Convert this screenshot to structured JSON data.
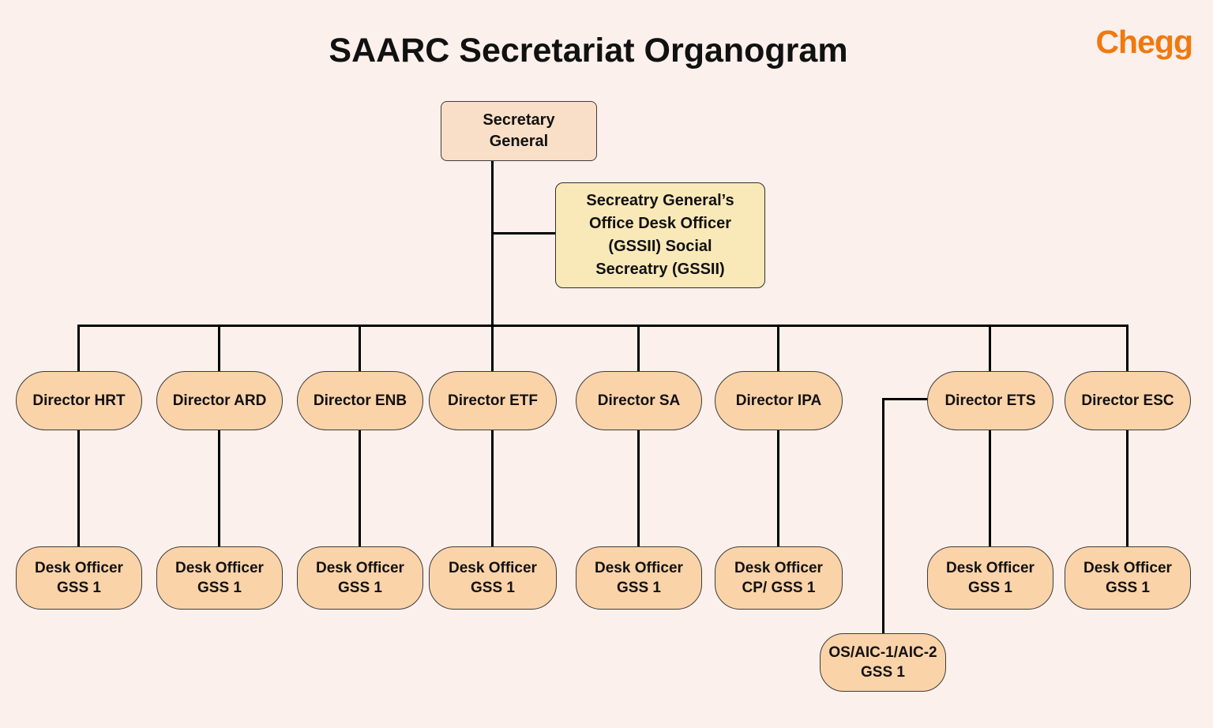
{
  "title": "SAARC Secretariat Organogram",
  "logo_text": "Chegg",
  "root": {
    "label": "Secretary\nGeneral"
  },
  "office": {
    "label": "Secreatry General’s\nOffice Desk Officer\n(GSSII) Social\nSecreatry (GSSII)"
  },
  "columns": [
    {
      "director": "Director HRT",
      "desk": "Desk Officer\nGSS 1"
    },
    {
      "director": "Director ARD",
      "desk": "Desk Officer\nGSS 1"
    },
    {
      "director": "Director ENB",
      "desk": "Desk Officer\nGSS 1"
    },
    {
      "director": "Director ETF",
      "desk": "Desk Officer\nGSS 1"
    },
    {
      "director": "Director SA",
      "desk": "Desk Officer\nGSS 1"
    },
    {
      "director": "Director IPA",
      "desk": "Desk Officer\nCP/ GSS 1"
    },
    {
      "director": "Director ETS",
      "desk": "Desk Officer\nGSS 1"
    },
    {
      "director": "Director ESC",
      "desk": "Desk Officer\nGSS 1"
    }
  ],
  "extra_node": {
    "label": "OS/AIC-1/AIC-2\nGSS 1"
  },
  "colors": {
    "background": "#FBF0EB",
    "node_fill": "#FBD3A9",
    "root_fill": "#F9DFC7",
    "office_fill": "#FAE9B8",
    "line": "#000000",
    "logo_orange": "#F0790F"
  }
}
